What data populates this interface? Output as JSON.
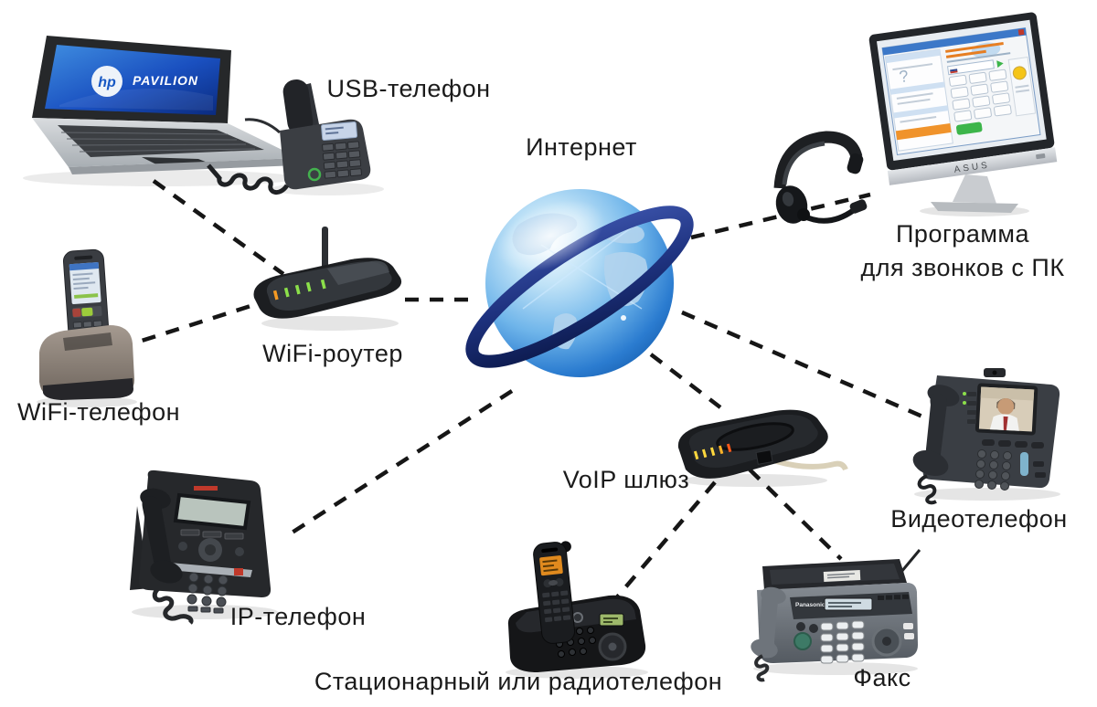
{
  "diagram_labels": {
    "usb_phone": "USB-телефон",
    "internet": "Интернет",
    "pc_program_line1": "Программа",
    "pc_program_line2": "для звонков с ПК",
    "wifi_router": "WiFi-роутер",
    "wifi_phone": "WiFi-телефон",
    "ip_phone": "IP-телефон",
    "voip_gateway": "VoIP шлюз",
    "video_phone": "Видеотелефон",
    "landline_phone": "Стационарный или радиотелефон",
    "fax": "Факс"
  },
  "device_markings": {
    "laptop_brand": "hp",
    "laptop_model": "PAVILION",
    "monitor_brand": "ASUS",
    "fax_brand": "Panasonic"
  },
  "connections": [
    {
      "from": "laptop_usb_phone",
      "to": "wifi_router"
    },
    {
      "from": "wifi_phone",
      "to": "wifi_router"
    },
    {
      "from": "wifi_router",
      "to": "internet"
    },
    {
      "from": "internet",
      "to": "ip_phone"
    },
    {
      "from": "internet",
      "to": "voip_gateway"
    },
    {
      "from": "internet",
      "to": "video_phone"
    },
    {
      "from": "internet",
      "to": "pc_program"
    },
    {
      "from": "voip_gateway",
      "to": "landline_phone"
    },
    {
      "from": "voip_gateway",
      "to": "fax"
    }
  ],
  "style_colors": {
    "background": "#ffffff",
    "label_text": "#1b1b1b",
    "connection_line": "#161616",
    "globe_blue": "#2f7fd2",
    "globe_ring_navy": "#152a6e",
    "led_green": "#8ce04a",
    "led_orange": "#f59a23",
    "laptop_screen_blue": "#1f53c0",
    "call_button_green": "#3cb54a",
    "cable_beige": "#d9d0b8"
  }
}
